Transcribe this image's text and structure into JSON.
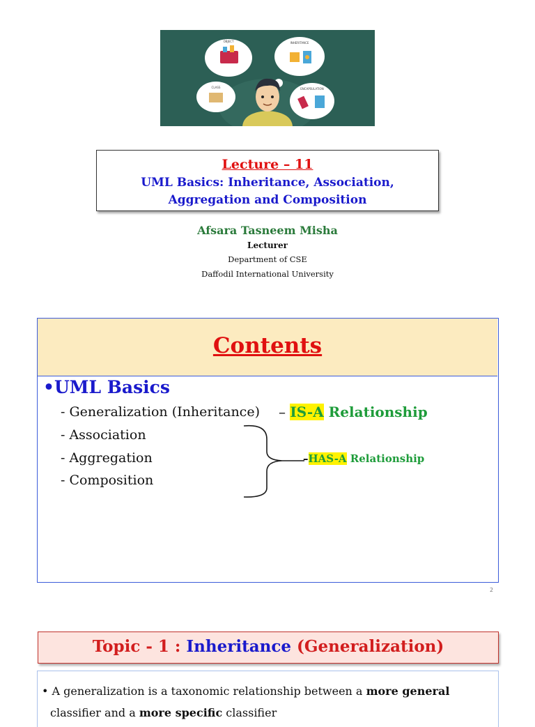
{
  "slide1": {
    "lecture_number": "Lecture – 11",
    "title_line1": "UML Basics: Inheritance, Association,",
    "title_line2": "Aggregation and Composition",
    "author": "Afsara Tasneem Misha",
    "role": "Lecturer",
    "department": "Department of CSE",
    "university": "Daffodil International University",
    "banner_labels": [
      "OBJECT",
      "INHERITANCE",
      "CLASS",
      "ENCAPSULATION"
    ]
  },
  "slide2": {
    "title": "Contents",
    "heading": "•UML Basics",
    "items": [
      "- Generalization (Inheritance)",
      "- Association",
      "- Aggregation",
      "- Composition"
    ],
    "isa": {
      "dash": "– ",
      "highlight": "IS-A",
      "rest": " Relationship"
    },
    "hasa": {
      "dash": "–",
      "highlight": "HAS-A",
      "rest": " Relationship"
    },
    "page_number": "2"
  },
  "slide3": {
    "topic_prefix": "Topic - 1 : ",
    "topic_blue": "Inheritance",
    "topic_suffix": " (Generalization)",
    "line1_text": "• A generalization is a taxonomic relationship between a ",
    "line1_bold": "more general",
    "line2_text_a": "classifier and a ",
    "line2_bold": "more specific",
    "line2_text_b": " classifier"
  },
  "colors": {
    "banner_bg": "#2c5f55",
    "red": "#e01010",
    "blue": "#1a1acc",
    "green": "#1e9c3a",
    "highlight": "#fff200",
    "contents_header_bg": "#fcebc0",
    "topic_bg": "#fde4df"
  }
}
